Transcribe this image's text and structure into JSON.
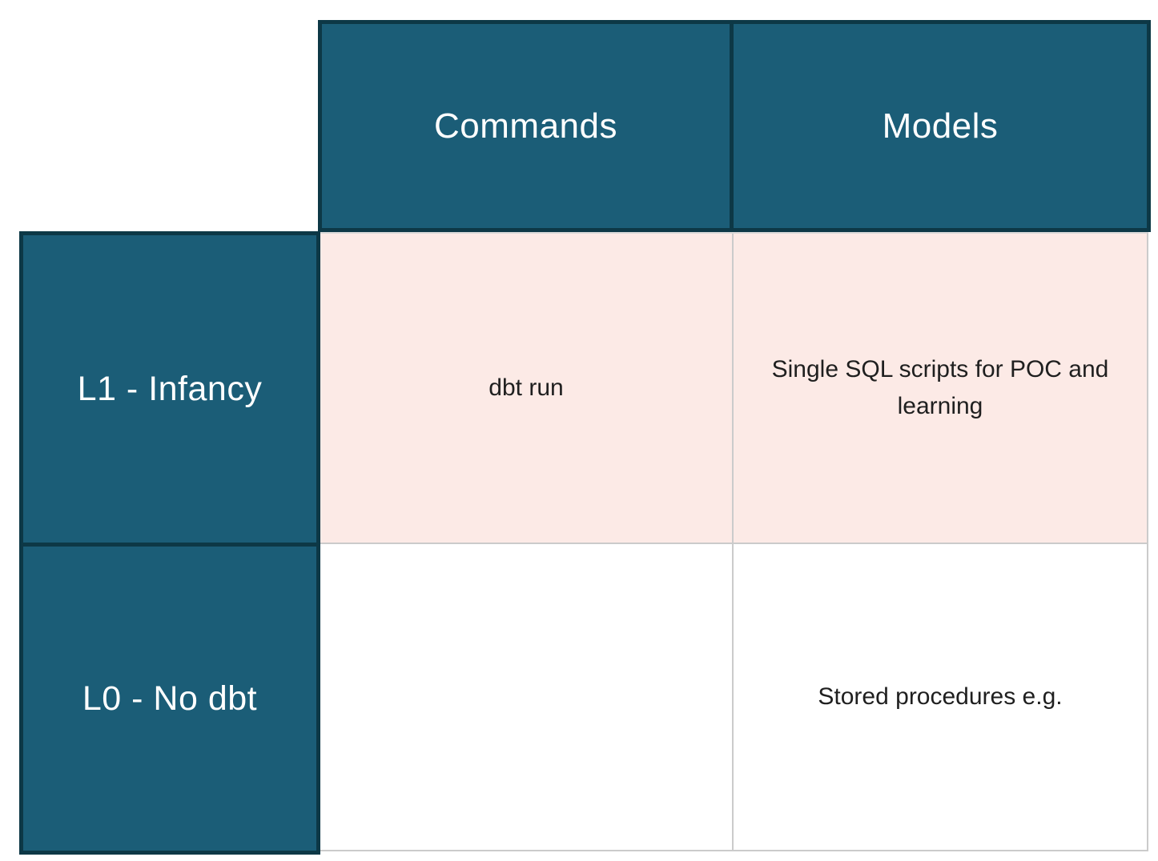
{
  "table": {
    "column_headers": [
      "Commands",
      "Models"
    ],
    "row_headers": [
      "L1 - Infancy",
      "L0 - No dbt"
    ],
    "cells": {
      "l1_commands": "dbt run",
      "l1_models": "Single SQL scripts for POC and learning",
      "l0_commands": "",
      "l0_models": "Stored procedures e.g."
    }
  },
  "colors": {
    "header_fill": "#1b5d77",
    "header_border": "#0d3846",
    "row_band_pink": "#fceae6",
    "grid_line": "#cbcbcb",
    "header_text": "#ffffff",
    "body_text": "#1f1f1f"
  },
  "chart_data": {
    "type": "table",
    "columns": [
      "",
      "Commands",
      "Models"
    ],
    "rows": [
      [
        "L1 - Infancy",
        "dbt run",
        "Single SQL scripts for POC and learning"
      ],
      [
        "L0 - No dbt",
        "",
        "Stored procedures e.g."
      ]
    ],
    "title": "",
    "layout_hints": {
      "header_row_fill": "teal",
      "header_column_fill": "teal",
      "row_banding": [
        "pink",
        "white"
      ],
      "gridlines": true
    }
  }
}
